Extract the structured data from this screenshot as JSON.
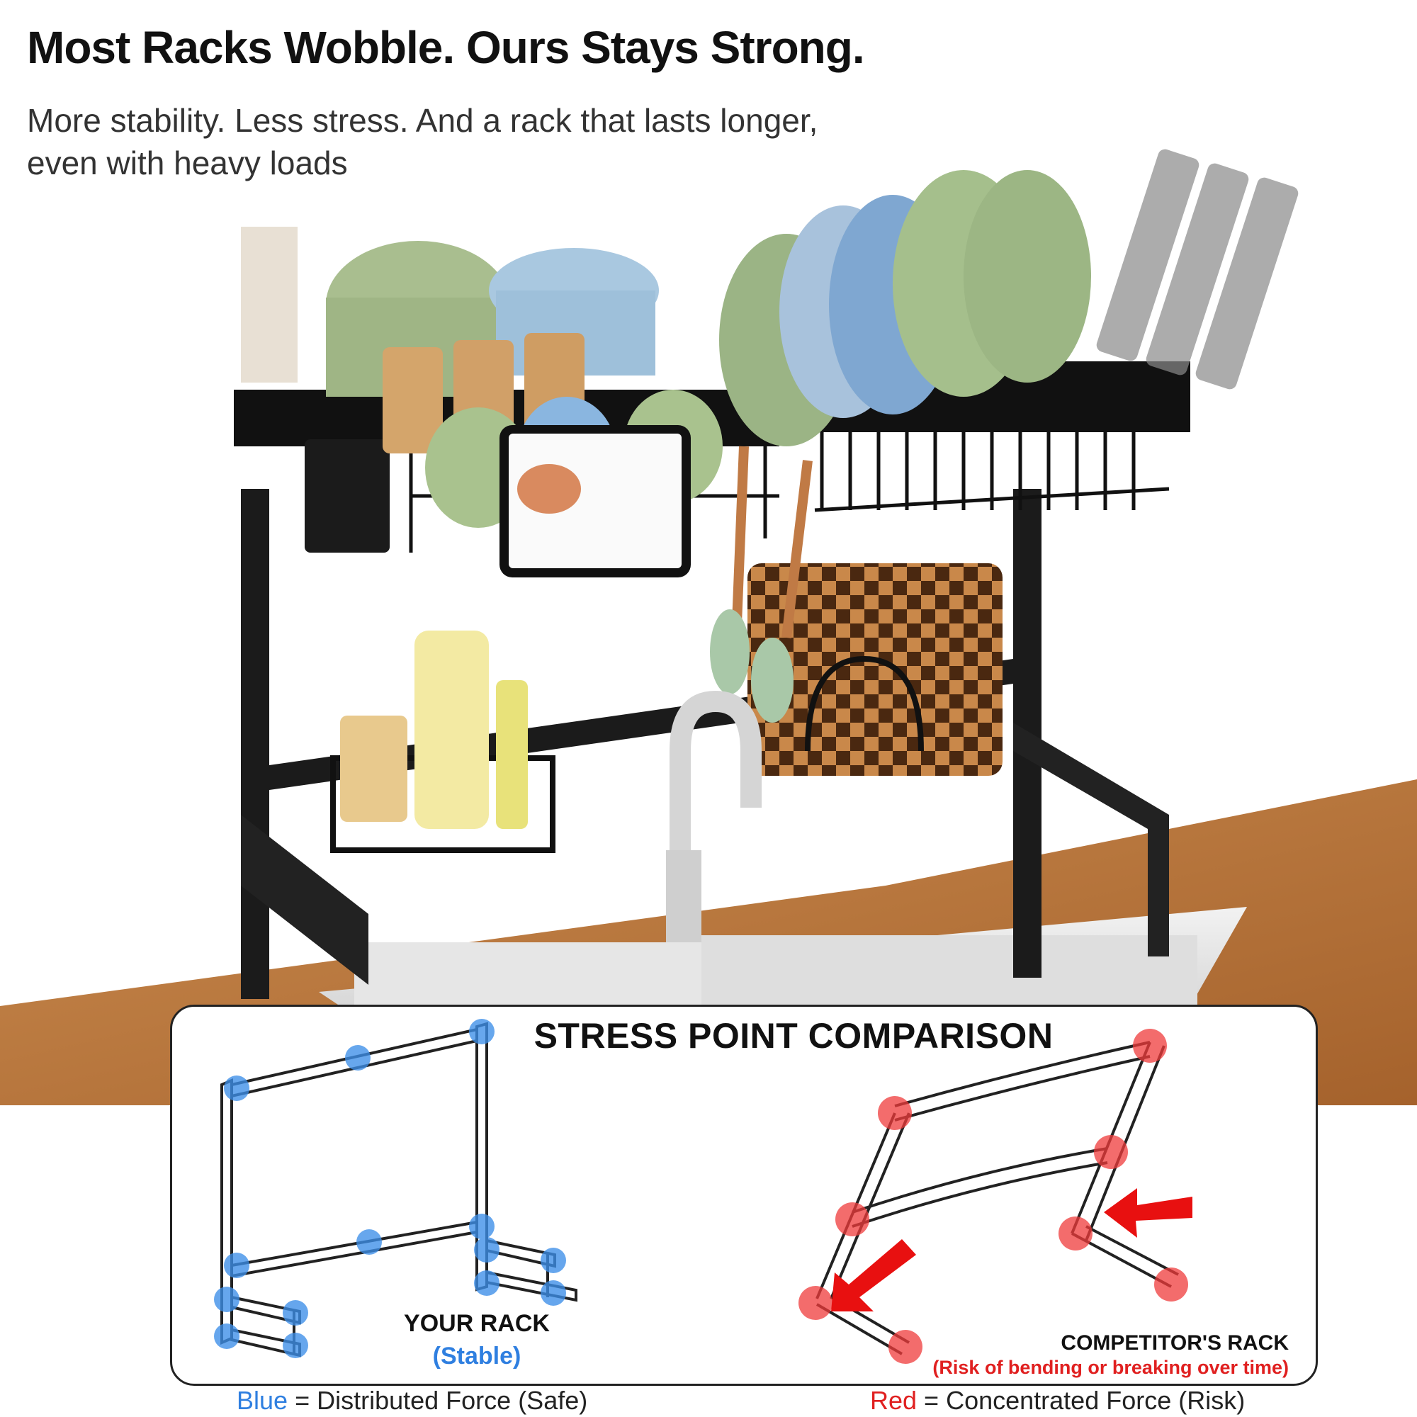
{
  "header": {
    "headline": "Most Racks Wobble. Ours Stays Strong.",
    "subline": "More stability. Less stress. And a rack that lasts longer, even with heavy loads"
  },
  "comparison": {
    "title": "STRESS POINT COMPARISON",
    "your_rack_label": "YOUR RACK",
    "your_rack_status": "(Stable)",
    "competitor_label": "COMPETITOR'S RACK",
    "competitor_note": "(Risk of bending or breaking over time)"
  },
  "legend": {
    "blue_key": "Blue",
    "blue_text": " = Distributed Force (Safe)",
    "red_key": "Red",
    "red_text": " = Concentrated Force (Risk)"
  },
  "colors": {
    "safe": "#2f7fe0",
    "risk": "#e02020",
    "frame": "#1b1b1b",
    "wood": "#b8743c"
  },
  "icons": [
    "stress-point-blue-icon",
    "stress-point-red-icon",
    "force-arrow-icon"
  ]
}
